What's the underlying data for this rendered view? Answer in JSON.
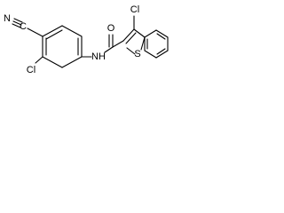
{
  "molecule": {
    "labels": {
      "nitrile_c": "C",
      "nitrile_n": "N",
      "cl_aryl": "Cl",
      "nh": "NH",
      "carbonyl_o": "O",
      "cl_thiophene": "Cl",
      "s": "S"
    }
  }
}
